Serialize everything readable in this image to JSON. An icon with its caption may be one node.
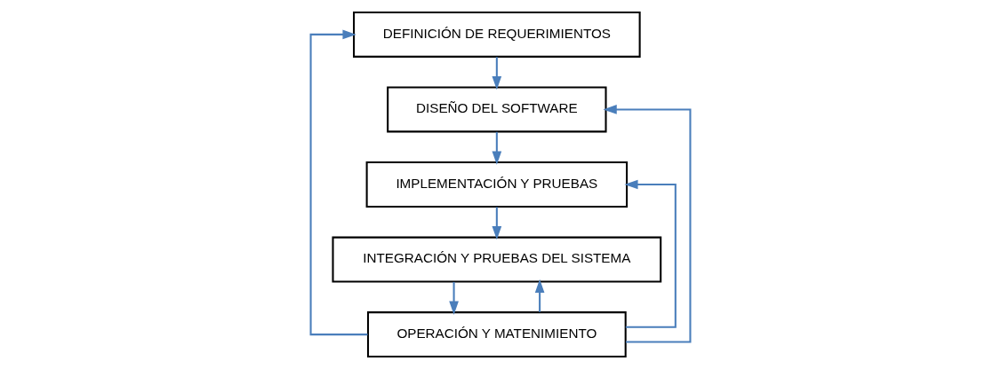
{
  "diagram": {
    "nodes": [
      {
        "text": [
          "DEFINICIÓN DE REQUERIMIENTOS"
        ]
      },
      {
        "text": [
          "DISEÑO DEL SOFTWARE"
        ]
      },
      {
        "text": [
          "IMPLEMENTACIÓN Y PRUEBAS"
        ]
      },
      {
        "text": [
          "INTEGRACIÓN Y PRUEBAS DEL SISTEMA"
        ]
      },
      {
        "text": [
          "OPERACIÓN Y MATENIMIENTO"
        ]
      }
    ],
    "edges": [
      {
        "from": 0,
        "to": 1,
        "arrow": "to"
      },
      {
        "from": 1,
        "to": 2,
        "arrow": "to"
      },
      {
        "from": 2,
        "to": 3,
        "arrow": "to"
      },
      {
        "from": 3,
        "to": 4,
        "arrow": "to"
      },
      {
        "from": 4,
        "to": 0,
        "arrow": "to"
      },
      {
        "from": 4,
        "to": 1,
        "arrow": "to"
      },
      {
        "from": 4,
        "to": 2,
        "arrow": "to"
      },
      {
        "from": 4,
        "to": 3,
        "arrow": "to"
      }
    ]
  }
}
